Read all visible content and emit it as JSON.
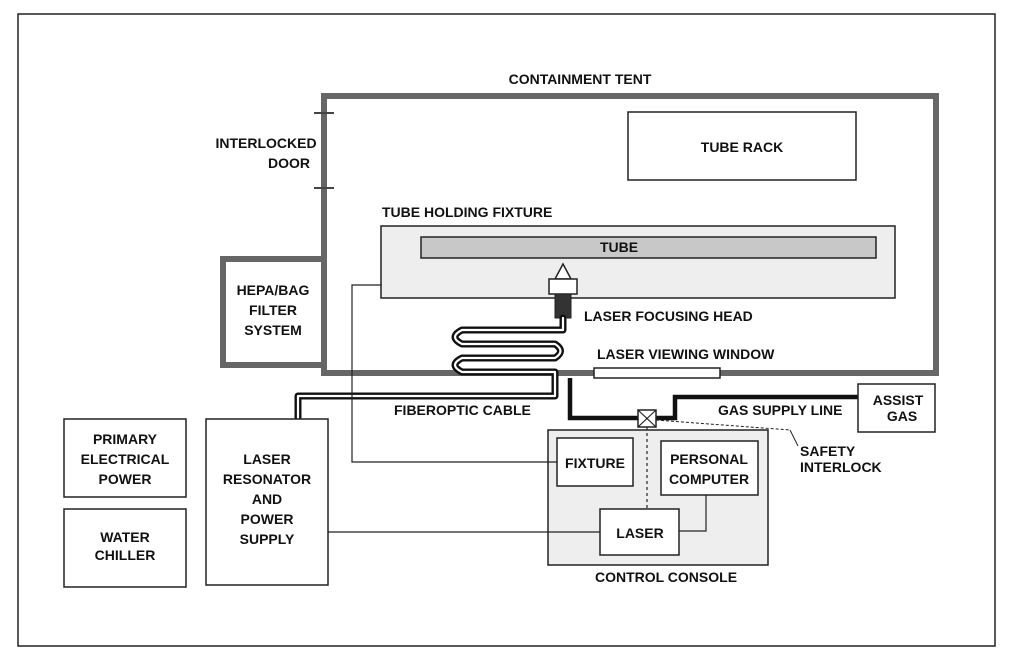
{
  "labels": {
    "containment_tent": "CONTAINMENT TENT",
    "interlocked_door_1": "INTERLOCKED",
    "interlocked_door_2": "DOOR",
    "tube_rack": "TUBE RACK",
    "tube_holding_fixture": "TUBE HOLDING FIXTURE",
    "tube": "TUBE",
    "hepa_1": "HEPA/BAG",
    "hepa_2": "FILTER",
    "hepa_3": "SYSTEM",
    "laser_focusing_head": "LASER FOCUSING HEAD",
    "laser_viewing_window": "LASER VIEWING WINDOW",
    "fiberoptic_cable": "FIBEROPTIC CABLE",
    "gas_supply_line": "GAS SUPPLY LINE",
    "assist_gas_1": "ASSIST",
    "assist_gas_2": "GAS",
    "safety_interlock_1": "SAFETY",
    "safety_interlock_2": "INTERLOCK",
    "primary_power_1": "PRIMARY",
    "primary_power_2": "ELECTRICAL",
    "primary_power_3": "POWER",
    "water_chiller_1": "WATER",
    "water_chiller_2": "CHILLER",
    "laser_resonator_1": "LASER",
    "laser_resonator_2": "RESONATOR",
    "laser_resonator_3": "AND",
    "laser_resonator_4": "POWER",
    "laser_resonator_5": "SUPPLY",
    "fixture": "FIXTURE",
    "personal_computer_1": "PERSONAL",
    "personal_computer_2": "COMPUTER",
    "laser": "LASER",
    "control_console": "CONTROL CONSOLE"
  },
  "colors": {
    "line": "#111111",
    "tent_wall": "#666666",
    "panel_fill": "#eeeeee",
    "tube_fill": "#c8c8c8"
  }
}
